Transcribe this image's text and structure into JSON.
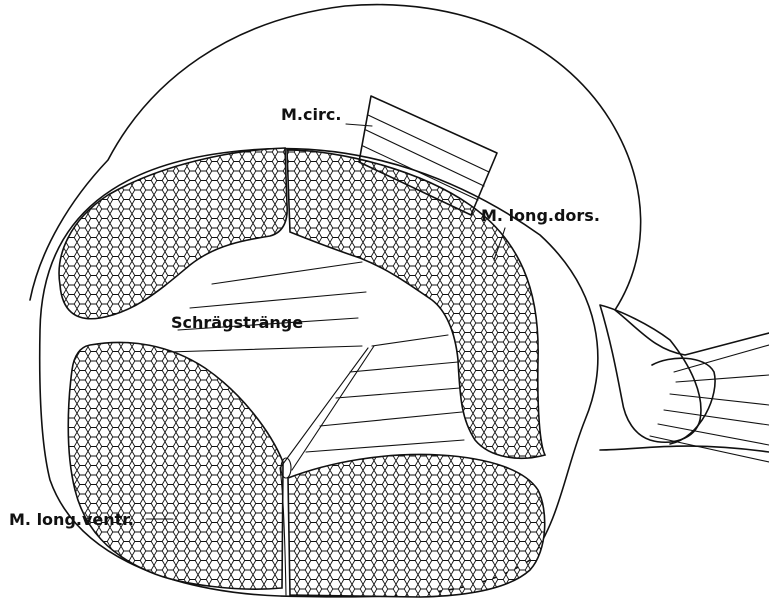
{
  "labels": {
    "circ": "M.circ.",
    "long_dors": "M. long.dors.",
    "schraeg": "Schrägstränge",
    "long_ventr": "M. long.ventr."
  },
  "colors": {
    "ink": "#111111",
    "background": "#ffffff"
  }
}
